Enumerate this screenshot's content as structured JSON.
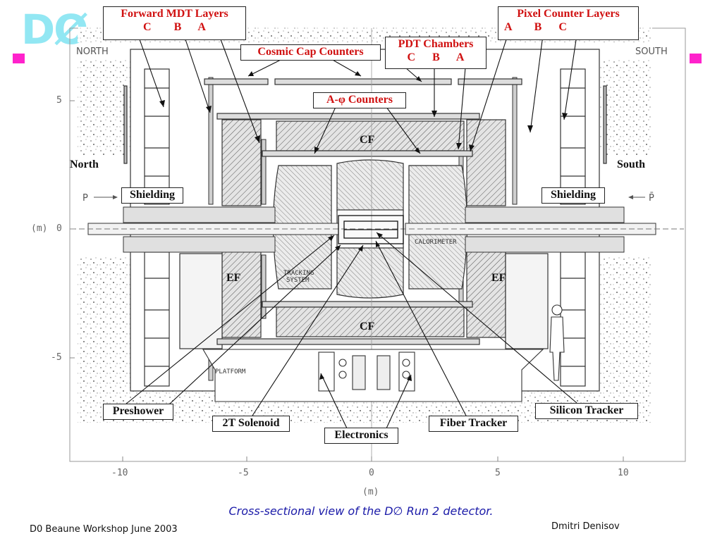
{
  "logo": "DØ",
  "labels": {
    "forward_mdt": "Forward MDT Layers",
    "forward_mdt_letters": "C        B      A",
    "pixel_counter": "Pixel Counter Layers",
    "pixel_counter_letters": "A        B      C",
    "cosmic_cap": "Cosmic Cap Counters",
    "pdt_chambers": "PDT Chambers",
    "pdt_letters": "C      B      A",
    "a_phi": "A-φ Counters",
    "cf_top": "CF",
    "cf_bottom": "CF",
    "north": "North",
    "south": "South",
    "shielding_left": "Shielding",
    "shielding_right": "Shielding",
    "ef_left": "EF",
    "ef_right": "EF",
    "preshower": "Preshower",
    "solenoid": "2T Solenoid",
    "electronics": "Electronics",
    "fiber_tracker": "Fiber Tracker",
    "silicon_tracker": "Silicon Tracker"
  },
  "drawing_text": {
    "north_caps": "NORTH",
    "south_caps": "SOUTH",
    "p_left": "P",
    "p_right": "P̄",
    "calorimeter": "CALORIMETER",
    "tracking": "TRACKING",
    "system": "SYSTEM",
    "platform": "PLATFORM"
  },
  "axes": {
    "y_unit": "(m)",
    "x_unit": "(m)",
    "y_ticks": [
      "5",
      "0",
      "-5"
    ],
    "x_ticks": [
      "-10",
      "-5",
      "0",
      "5",
      "10"
    ]
  },
  "caption": "Cross-sectional view of the D∅ Run 2 detector.",
  "footer": {
    "left": "D0 Beaune Workshop June 2003",
    "right": "Dmitri Denisov"
  },
  "colors": {
    "accent_red": "#d01010",
    "caption_blue": "#1a1aa8",
    "pink_marker": "#ff22cc",
    "logo_cyan": "#7fe3f2"
  }
}
